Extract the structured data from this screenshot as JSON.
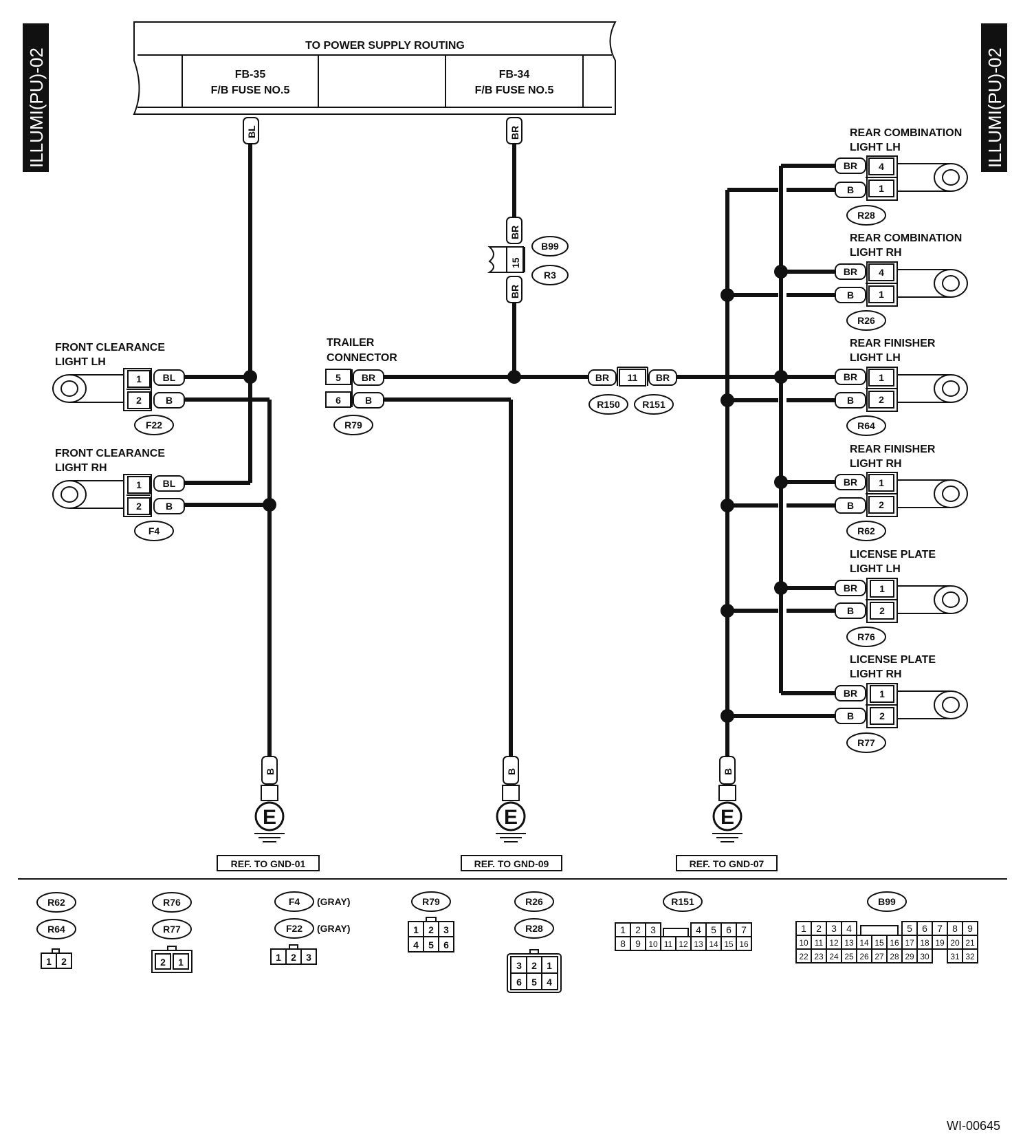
{
  "side_tab_left": "ILLUMI(PU)-02",
  "side_tab_right": "ILLUMI(PU)-02",
  "power_header": {
    "title": "TO POWER SUPPLY ROUTING",
    "fuse_left_code": "FB-35",
    "fuse_left_name": "F/B FUSE NO.5",
    "fuse_right_code": "FB-34",
    "fuse_right_name": "F/B FUSE NO.5"
  },
  "wire_colors": {
    "bl": "BL",
    "br": "BR",
    "b": "B"
  },
  "inline_connector": {
    "pin": "15",
    "top": "B99",
    "bottom": "R3"
  },
  "mid_joint": {
    "pin": "11",
    "left_code": "R150",
    "right_code": "R151"
  },
  "left_loads": [
    {
      "title1": "FRONT CLEARANCE",
      "title2": "LIGHT LH",
      "pin1": "1",
      "pin2": "2",
      "code": "F22"
    },
    {
      "title1": "FRONT CLEARANCE",
      "title2": "LIGHT RH",
      "pin1": "1",
      "pin2": "2",
      "code": "F4"
    }
  ],
  "trailer": {
    "title1": "TRAILER",
    "title2": "CONNECTOR",
    "pin1": "5",
    "pin2": "6",
    "code": "R79"
  },
  "right_loads": [
    {
      "title1": "REAR COMBINATION",
      "title2": "LIGHT LH",
      "pin1": "4",
      "pin2": "1",
      "code": "R28"
    },
    {
      "title1": "REAR COMBINATION",
      "title2": "LIGHT RH",
      "pin1": "4",
      "pin2": "1",
      "code": "R26"
    },
    {
      "title1": "REAR FINISHER",
      "title2": "LIGHT LH",
      "pin1": "1",
      "pin2": "2",
      "code": "R64"
    },
    {
      "title1": "REAR FINISHER",
      "title2": "LIGHT RH",
      "pin1": "1",
      "pin2": "2",
      "code": "R62"
    },
    {
      "title1": "LICENSE PLATE",
      "title2": "LIGHT LH",
      "pin1": "1",
      "pin2": "2",
      "code": "R76"
    },
    {
      "title1": "LICENSE PLATE",
      "title2": "LIGHT RH",
      "pin1": "1",
      "pin2": "2",
      "code": "R77"
    }
  ],
  "grounds": [
    {
      "symbol": "E",
      "ref": "REF. TO GND-01"
    },
    {
      "symbol": "E",
      "ref": "REF. TO GND-09"
    },
    {
      "symbol": "E",
      "ref": "REF. TO GND-07"
    }
  ],
  "legend": {
    "g1": {
      "codes": [
        "R62",
        "R64"
      ],
      "pins": [
        "1",
        "2"
      ]
    },
    "g2": {
      "codes": [
        "R76",
        "R77"
      ],
      "pins": [
        "2",
        "1"
      ]
    },
    "g3": {
      "codes": [
        "F4",
        "F22"
      ],
      "notes": [
        "(GRAY)",
        "(GRAY)"
      ],
      "pins": [
        "1",
        "2",
        "3"
      ]
    },
    "g4": {
      "codes": [
        "R79"
      ],
      "pins": [
        "1",
        "2",
        "3",
        "4",
        "5",
        "6"
      ]
    },
    "g5": {
      "codes": [
        "R26",
        "R28"
      ],
      "pins": [
        "3",
        "2",
        "1",
        "6",
        "5",
        "4"
      ]
    },
    "g6": {
      "codes": [
        "R151"
      ],
      "pins": [
        "1",
        "2",
        "3",
        "4",
        "5",
        "6",
        "7",
        "8",
        "9",
        "10",
        "11",
        "12",
        "13",
        "14",
        "15",
        "16"
      ]
    },
    "g7": {
      "codes": [
        "B99"
      ],
      "pins": [
        "1",
        "2",
        "3",
        "4",
        "5",
        "6",
        "7",
        "8",
        "9",
        "10",
        "11",
        "12",
        "13",
        "14",
        "15",
        "16",
        "17",
        "18",
        "19",
        "20",
        "21",
        "22",
        "23",
        "24",
        "25",
        "26",
        "27",
        "28",
        "29",
        "30",
        "31",
        "32"
      ]
    }
  },
  "figure_id": "WI-00645"
}
